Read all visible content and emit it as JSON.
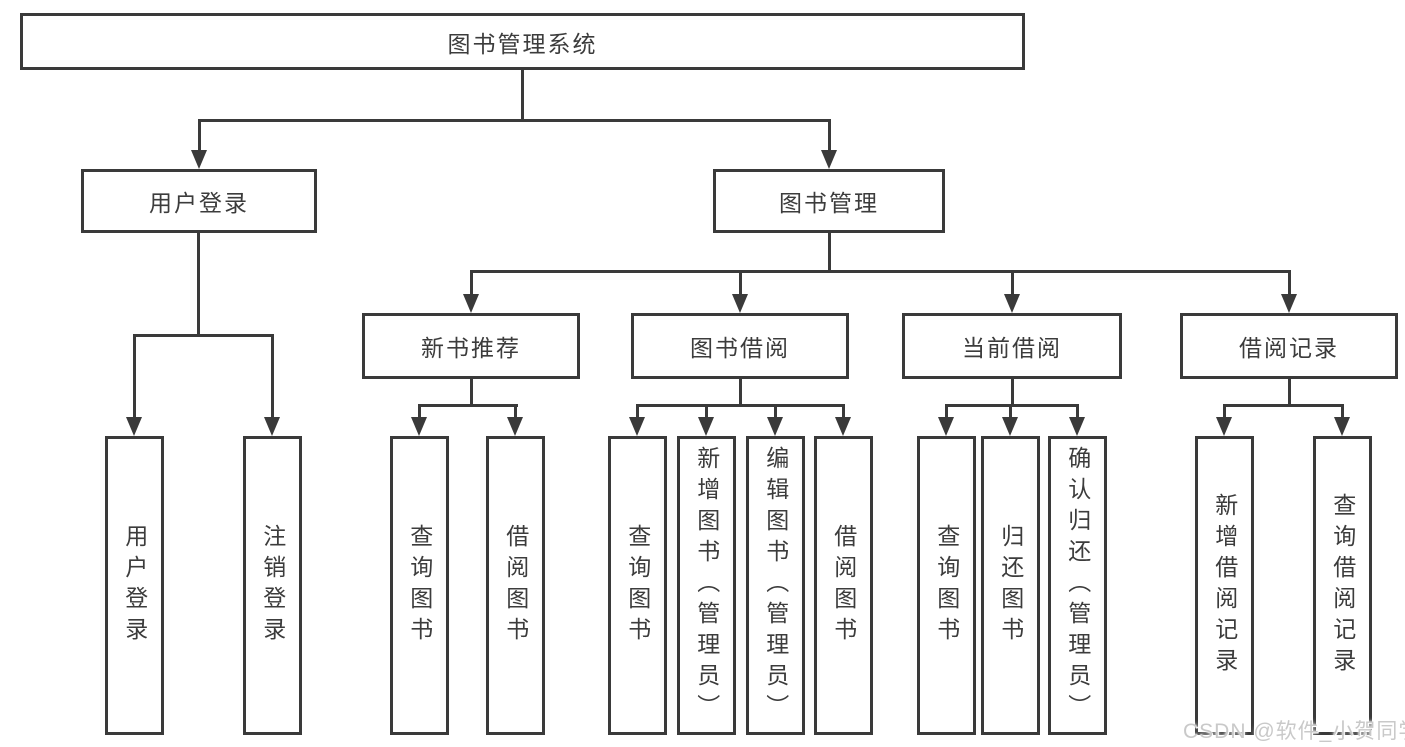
{
  "colors": {
    "line": "#3a3a3a",
    "box_border": "#3a3a3a",
    "text": "#3c3c3c",
    "background": "#ffffff",
    "watermark": "#c9c9c9"
  },
  "diagram": {
    "root": "图书管理系统",
    "branches": [
      {
        "label": "用户登录",
        "children": [
          "用户登录",
          "注销登录"
        ]
      },
      {
        "label": "图书管理",
        "children": [
          {
            "label": "新书推荐",
            "children": [
              "查询图书",
              "借阅图书"
            ]
          },
          {
            "label": "图书借阅",
            "children": [
              "查询图书",
              "新增图书（管理员）",
              "编辑图书（管理员）",
              "借阅图书"
            ]
          },
          {
            "label": "当前借阅",
            "children": [
              "查询图书",
              "归还图书",
              "确认归还（管理员）"
            ]
          },
          {
            "label": "借阅记录",
            "children": [
              "新增借阅记录",
              "查询借阅记录"
            ]
          }
        ]
      }
    ]
  },
  "watermark": {
    "text": "CSDN @软件_小贺同学"
  }
}
